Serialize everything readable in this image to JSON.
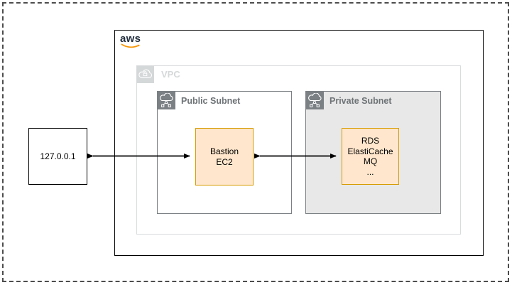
{
  "host": {
    "label": "127.0.0.1"
  },
  "aws": {
    "logo_text": "aws"
  },
  "vpc": {
    "label": "VPC"
  },
  "public_subnet": {
    "label": "Public Subnet"
  },
  "private_subnet": {
    "label": "Private Subnet"
  },
  "bastion": {
    "lines": [
      "Bastion",
      "EC2"
    ]
  },
  "private_services": {
    "lines": [
      "RDS",
      "ElastiCache",
      "MQ",
      "..."
    ]
  },
  "colors": {
    "node_fill": "#ffe6cc",
    "node_border": "#d79b00",
    "subnet_gray": "#7b8084",
    "private_fill": "#e8e8e8",
    "vpc_gray": "#d5d8d9",
    "aws_dark": "#232f3e",
    "aws_orange": "#f79400",
    "arrow": "#000000"
  }
}
